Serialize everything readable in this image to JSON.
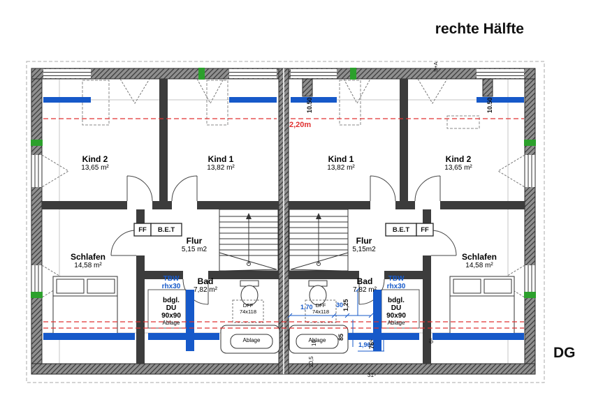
{
  "colors": {
    "wall_dark": "#3c3c3c",
    "accent_blue": "#1659c9",
    "marker_red": "#e03030",
    "marker_green": "#2ca02c"
  },
  "header": {
    "title": "rechte Hälfte",
    "floor": "DG"
  },
  "annotations": {
    "height_line": "2,20m",
    "sta": "S+A"
  },
  "rooms": [
    {
      "name": "Kind 2",
      "area": "13,65 m²"
    },
    {
      "name": "Kind 1",
      "area": "13,82 m²"
    },
    {
      "name": "Kind 1",
      "area": "13,82 m²"
    },
    {
      "name": "Kind 2",
      "area": "13,65 m²"
    },
    {
      "name": "Schlafen",
      "area": "14,58 m²"
    },
    {
      "name": "Schlafen",
      "area": "14,58 m²"
    },
    {
      "name": "Flur",
      "area": "5,15 m2"
    },
    {
      "name": "Flur",
      "area": "5,15m2"
    },
    {
      "name": "Bad",
      "area": "7,82 m²"
    },
    {
      "name": "Bad",
      "area": "7,82 m²"
    }
  ],
  "fixtures": {
    "ff": "FF",
    "bet": "B.E.T",
    "tbw_line1": "TBW",
    "tbw_line2": "rhx30",
    "shower_line1": "bdgl.",
    "shower_line2": "DU",
    "shower_line3": "90x90",
    "ablage": "Ablage",
    "dff_line1": "DFF",
    "dff_line2": "74x118"
  },
  "dimensions": {
    "sill_left": "10.50",
    "sill_right": "10.50",
    "d_170": "1,70",
    "d_30": "30",
    "d_125": "1,25",
    "d_85": "85",
    "d_1965": "1,96⁵",
    "d_765": "76⁵",
    "d_10": "10",
    "d_205": "20,5",
    "d_315": "31⁵",
    "d_65": "6⁵"
  }
}
